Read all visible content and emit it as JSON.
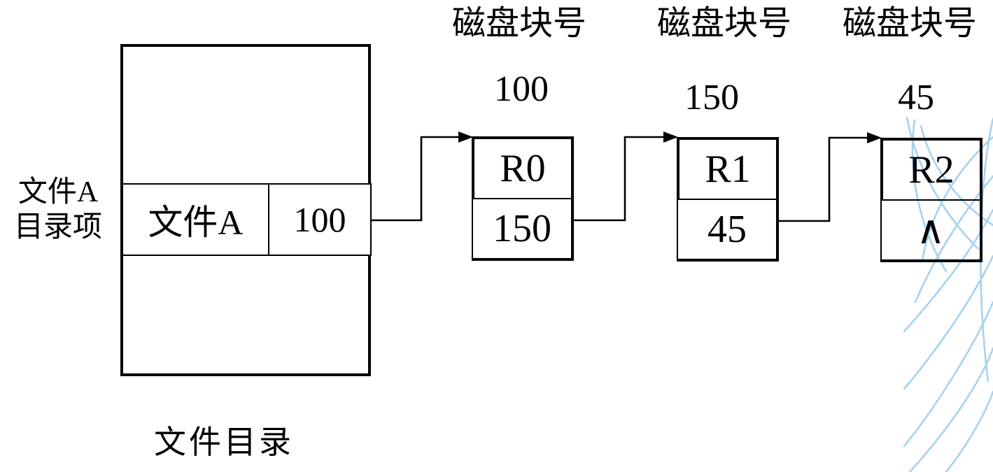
{
  "diagram": {
    "column_headers": [
      "磁盘块号",
      "磁盘块号",
      "磁盘块号"
    ],
    "directory": {
      "side_label_line1": "文件A",
      "side_label_line2": "目录项",
      "entry_name": "文件A",
      "entry_block": "100",
      "caption": "文件目录"
    },
    "blocks": [
      {
        "number": "100",
        "record": "R0",
        "next_pointer": "150"
      },
      {
        "number": "150",
        "record": "R1",
        "next_pointer": "45"
      },
      {
        "number": "45",
        "record": "R2",
        "next_pointer": "∧"
      }
    ],
    "colors": {
      "line": "#000000",
      "decorative_curve": "#a6d2f0"
    }
  }
}
